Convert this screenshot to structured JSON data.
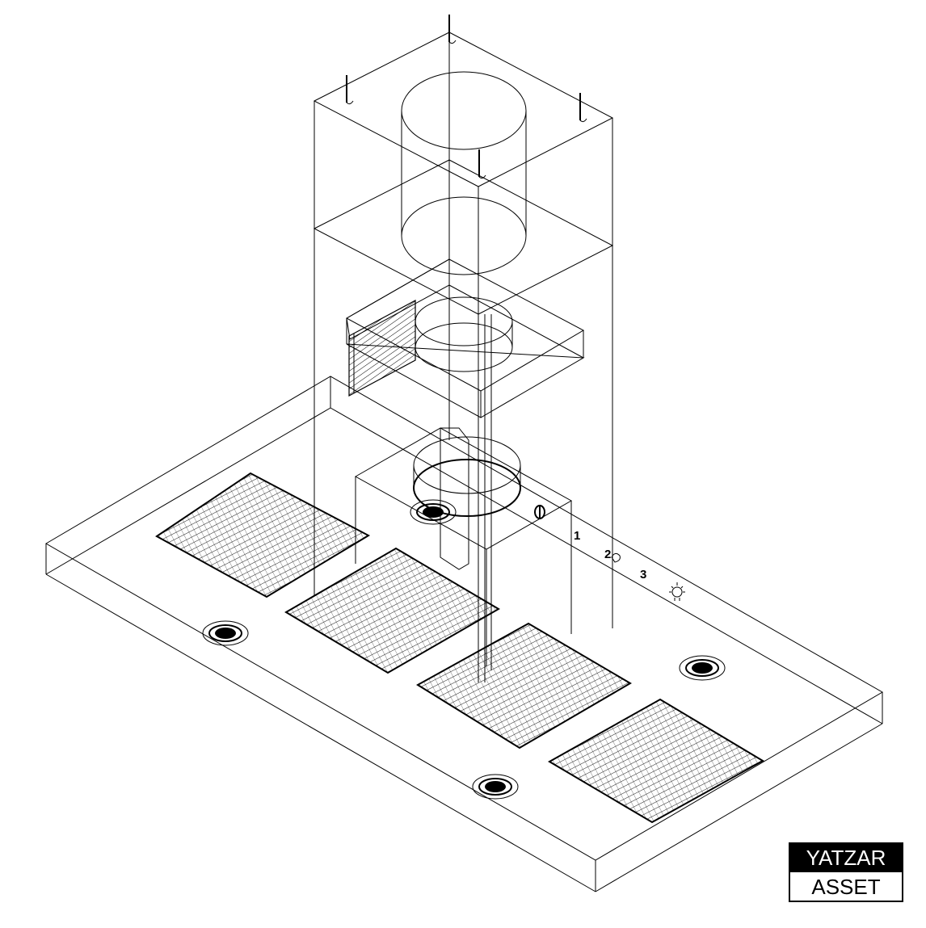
{
  "control_labels": [
    "1",
    "2",
    "3"
  ],
  "brand": {
    "line1": "YATZAR",
    "line2": "ASSET"
  },
  "icons": [
    "power-icon",
    "fan-icon",
    "light-bulb-icon"
  ]
}
